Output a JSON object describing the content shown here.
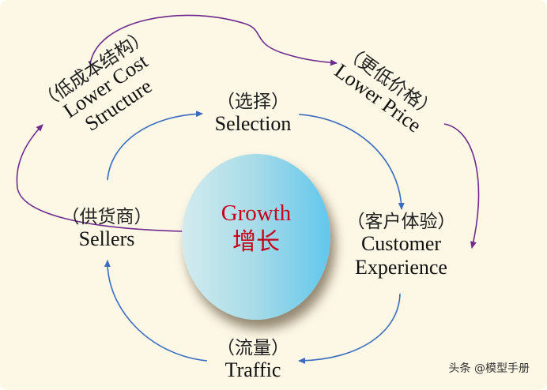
{
  "center": {
    "en": "Growth",
    "zh": "增长"
  },
  "nodes": {
    "selection": {
      "zh": "（选择）",
      "en": "Selection"
    },
    "customer_experience": {
      "zh": "（客户体验）",
      "en_line1": "Customer",
      "en_line2": "Experience"
    },
    "traffic": {
      "zh": "（流量）",
      "en": "Traffic"
    },
    "sellers": {
      "zh": "（供货商）",
      "en": "Sellers"
    },
    "lower_cost": {
      "zh": "（低成本结构）",
      "en_line1": "Lower Cost",
      "en_line2": "Structure"
    },
    "lower_price": {
      "zh": "（更低价格）",
      "en": "Lower Price"
    }
  },
  "colors": {
    "inner_loop": "#3a6bbf",
    "outer_loop": "#6e2a8e",
    "center_text": "#c8001a",
    "background": "#fdf7e6"
  },
  "watermark": "头条 @模型手册"
}
